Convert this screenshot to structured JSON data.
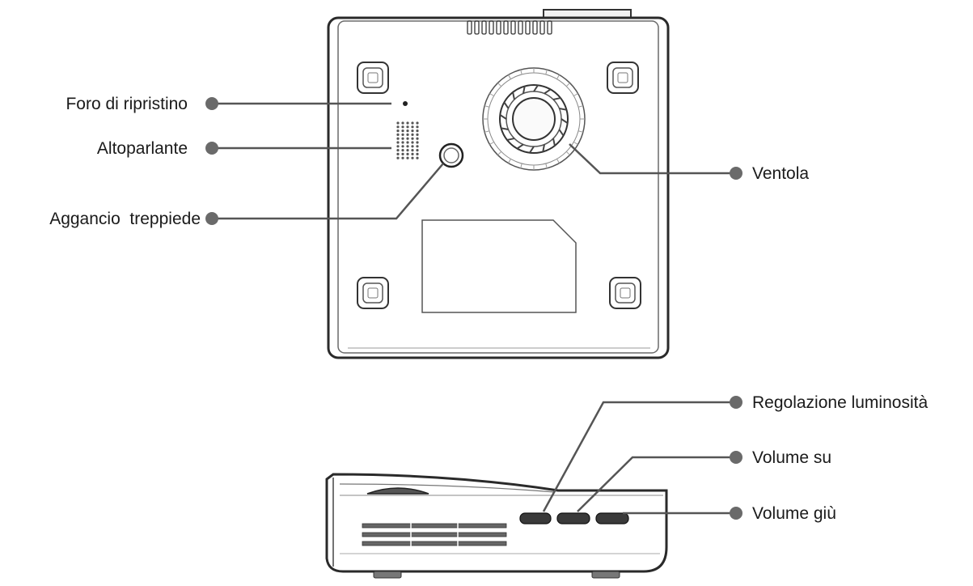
{
  "labels": {
    "reset_hole": "Foro di ripristino",
    "speaker": "Altoparlante",
    "tripod_mount": "Aggancio  treppiede",
    "fan": "Ventola",
    "brightness_adjust": "Regolazione luminosità",
    "volume_up": "Volume su",
    "volume_down": "Volume giù"
  },
  "colors": {
    "line": "#555555",
    "dot": "#6a6a6a",
    "text": "#1a1a1a"
  }
}
